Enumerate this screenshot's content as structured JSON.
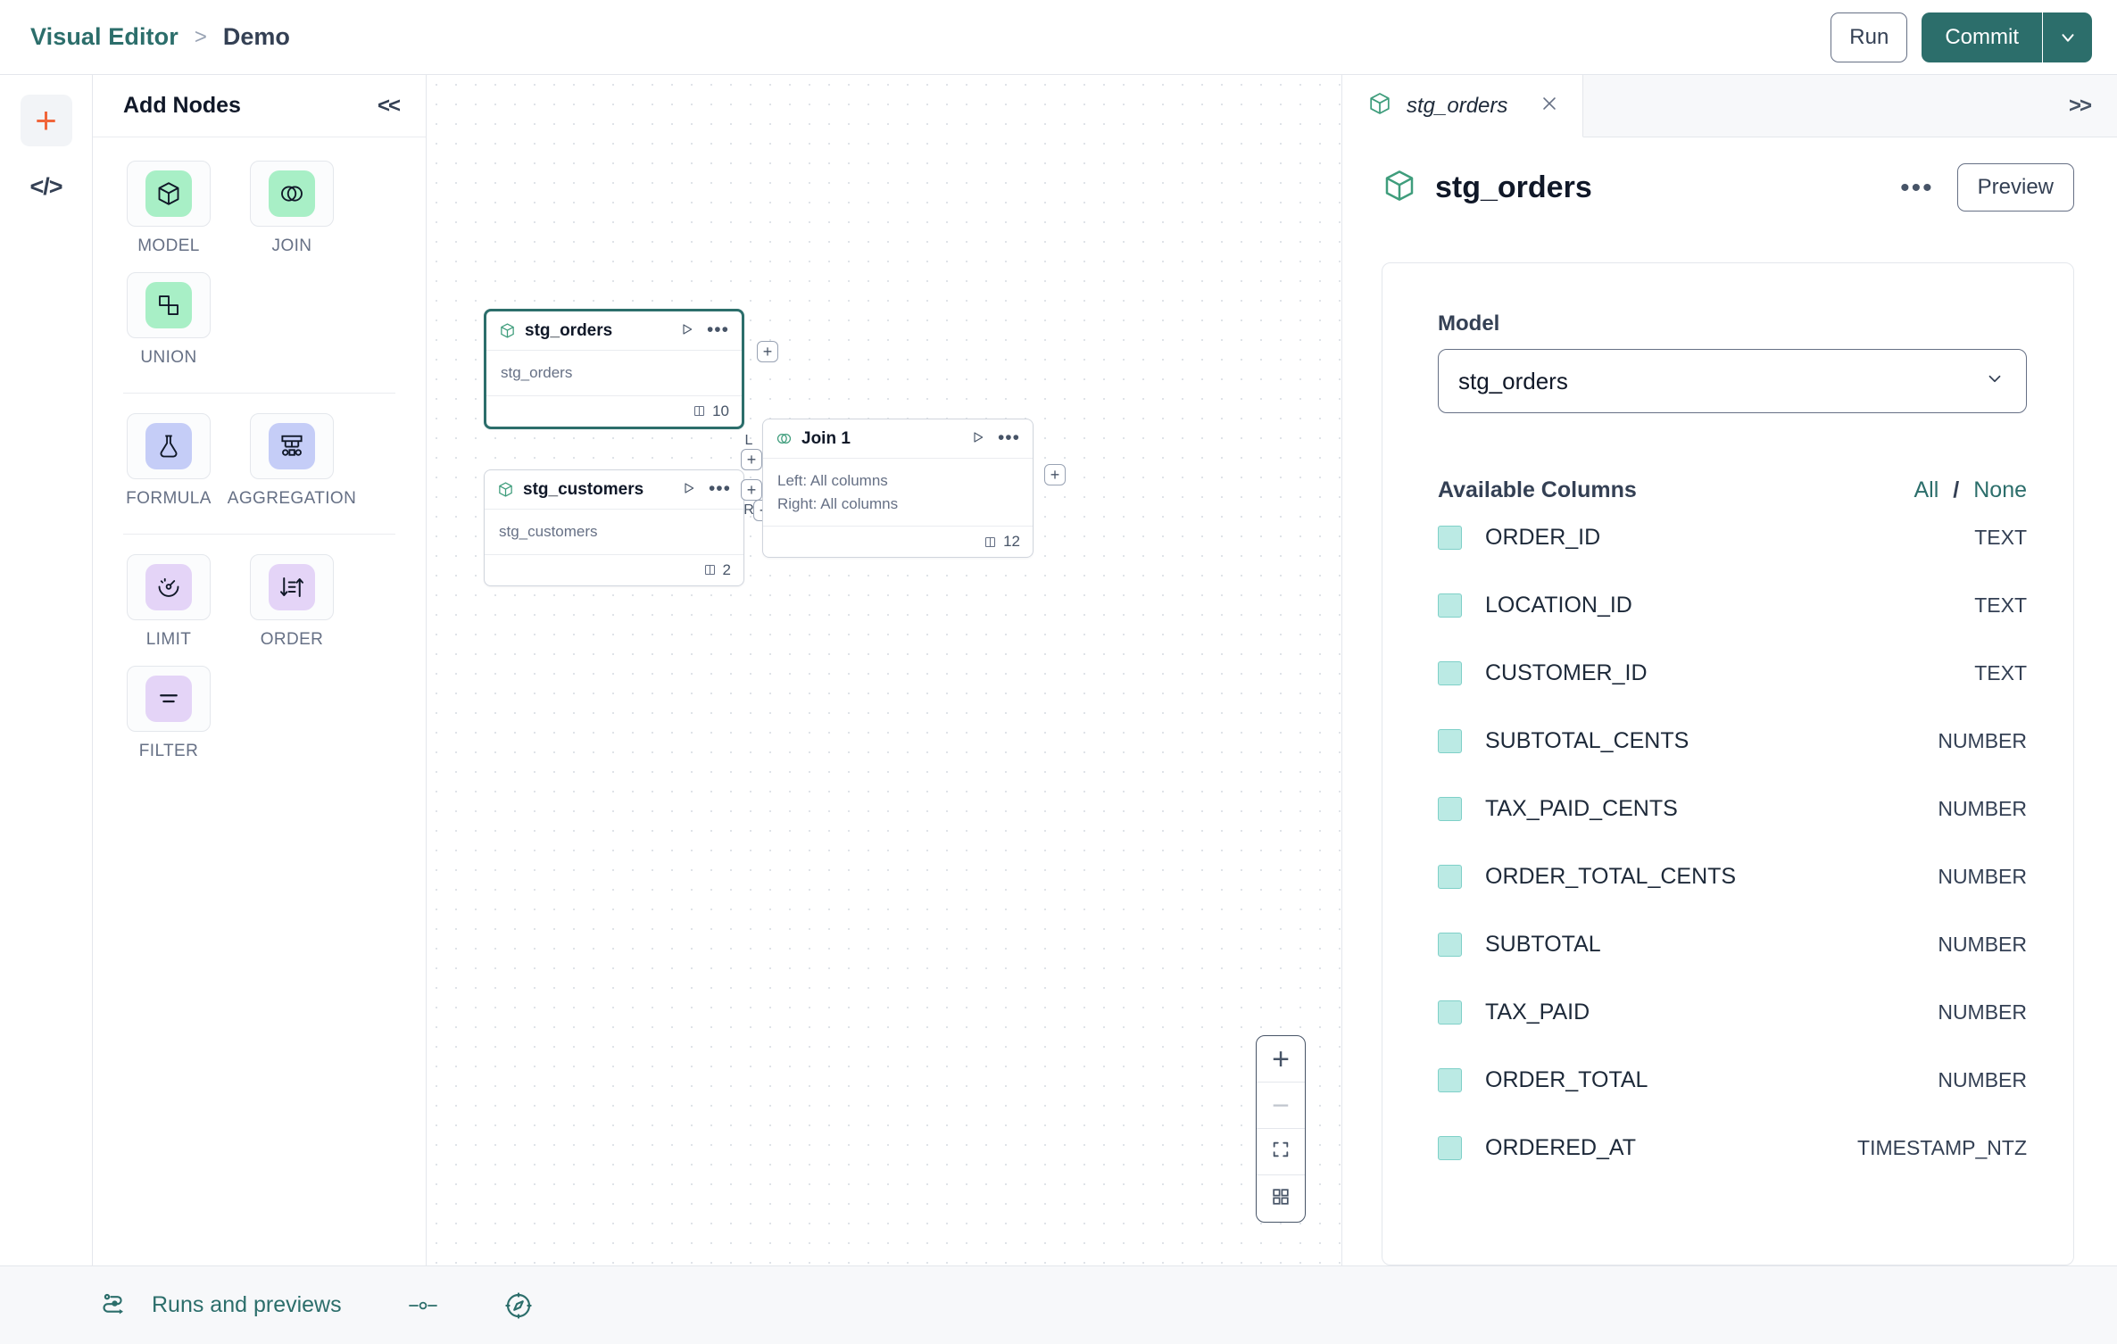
{
  "topbar": {
    "breadcrumb": {
      "root": "Visual Editor",
      "separator": ">",
      "current": "Demo"
    },
    "run_label": "Run",
    "commit_label": "Commit",
    "commit_caret_icon": "chevron-down-icon",
    "accent_color": "#2c6e6b"
  },
  "rail": {
    "add_icon": "plus-icon",
    "code_icon": "code-brackets-icon"
  },
  "nodes_panel": {
    "title": "Add Nodes",
    "collapse_label": "<<",
    "groups": [
      {
        "items": [
          {
            "label": "MODEL",
            "icon": "cube-icon",
            "tone": "green"
          },
          {
            "label": "JOIN",
            "icon": "venn-circles-icon",
            "tone": "green"
          },
          {
            "label": "UNION",
            "icon": "union-shapes-icon",
            "tone": "green"
          }
        ]
      },
      {
        "items": [
          {
            "label": "FORMULA",
            "icon": "flask-icon",
            "tone": "blue"
          },
          {
            "label": "AGGREGATION",
            "icon": "aggregation-tree-icon",
            "tone": "blue"
          }
        ]
      },
      {
        "items": [
          {
            "label": "LIMIT",
            "icon": "limit-gauge-icon",
            "tone": "violet"
          },
          {
            "label": "ORDER",
            "icon": "sort-order-icon",
            "tone": "violet"
          },
          {
            "label": "FILTER",
            "icon": "filter-lines-icon",
            "tone": "violet"
          }
        ]
      }
    ]
  },
  "canvas": {
    "nodes": [
      {
        "id": "stg_orders",
        "title": "stg_orders",
        "icon": "cube-icon",
        "subtitle": "stg_orders",
        "column_count": "10",
        "selected": true,
        "play_icon": "play-icon",
        "menu_icon": "ellipsis-icon",
        "columns_icon": "columns-icon"
      },
      {
        "id": "stg_customers",
        "title": "stg_customers",
        "icon": "cube-icon",
        "subtitle": "stg_customers",
        "column_count": "2",
        "selected": false,
        "play_icon": "play-icon",
        "menu_icon": "ellipsis-icon",
        "columns_icon": "columns-icon"
      },
      {
        "id": "join1",
        "title": "Join 1",
        "icon": "venn-circles-icon",
        "left_line": "Left: All columns",
        "right_line": "Right: All columns",
        "column_count": "12",
        "selected": false,
        "play_icon": "play-icon",
        "menu_icon": "ellipsis-icon",
        "columns_icon": "columns-icon",
        "left_handle_tag": "L",
        "right_handle_tag": "R"
      }
    ],
    "handle_label": "+",
    "zoom_controls": [
      {
        "name": "zoom-in-button",
        "icon": "plus-icon",
        "label": "+"
      },
      {
        "name": "zoom-out-button",
        "icon": "minus-icon",
        "label": "−"
      },
      {
        "name": "fit-view-button",
        "icon": "fit-screen-icon",
        "label": ""
      },
      {
        "name": "minimap-toggle-button",
        "icon": "grid-icon",
        "label": ""
      }
    ]
  },
  "right_panel": {
    "tab": {
      "label": "stg_orders",
      "icon": "cube-icon",
      "close_icon": "close-icon"
    },
    "expand_label": ">>",
    "header": {
      "title": "stg_orders",
      "icon": "cube-icon",
      "menu_icon": "ellipsis-icon",
      "preview_label": "Preview"
    },
    "model_field": {
      "label": "Model",
      "value": "stg_orders",
      "caret_icon": "chevron-down-icon"
    },
    "columns_section": {
      "title": "Available Columns",
      "all_label": "All",
      "separator": "/",
      "none_label": "None",
      "rows": [
        {
          "name": "ORDER_ID",
          "type": "TEXT",
          "checked": true
        },
        {
          "name": "LOCATION_ID",
          "type": "TEXT",
          "checked": true
        },
        {
          "name": "CUSTOMER_ID",
          "type": "TEXT",
          "checked": true
        },
        {
          "name": "SUBTOTAL_CENTS",
          "type": "NUMBER",
          "checked": true
        },
        {
          "name": "TAX_PAID_CENTS",
          "type": "NUMBER",
          "checked": true
        },
        {
          "name": "ORDER_TOTAL_CENTS",
          "type": "NUMBER",
          "checked": true
        },
        {
          "name": "SUBTOTAL",
          "type": "NUMBER",
          "checked": true
        },
        {
          "name": "TAX_PAID",
          "type": "NUMBER",
          "checked": true
        },
        {
          "name": "ORDER_TOTAL",
          "type": "NUMBER",
          "checked": true
        },
        {
          "name": "ORDERED_AT",
          "type": "TIMESTAMP_NTZ",
          "checked": true
        }
      ]
    }
  },
  "bottombar": {
    "runs_label": "Runs and previews",
    "runs_icon": "flow-runs-icon",
    "toggle_icon": "slider-toggle-icon",
    "compass_icon": "compass-icon"
  }
}
